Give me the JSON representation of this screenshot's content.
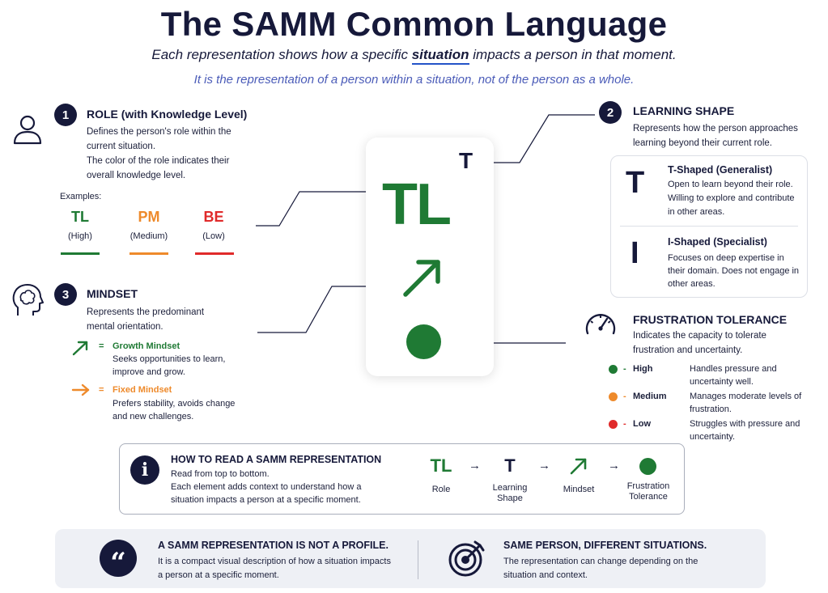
{
  "header": {
    "title": "The SAMM Common Language",
    "subtitle_before": "Each representation shows how a specific ",
    "subtitle_emph": "situation",
    "subtitle_after": " impacts a person in that moment.",
    "subtitle2": "It is the representation of a person within a situation, not of the person as a whole."
  },
  "role": {
    "number": "1",
    "title": "ROLE (with Knowledge Level)",
    "desc1": "Defines the person's role within the current situation.",
    "desc2": "The color of the role indicates their overall knowledge level.",
    "examples_label": "Examples:",
    "examples": [
      {
        "code": "TL",
        "level": "(High)",
        "color": "#1f7a34"
      },
      {
        "code": "PM",
        "level": "(Medium)",
        "color": "#ee8a2b"
      },
      {
        "code": "BE",
        "level": "(Low)",
        "color": "#e02a2a"
      }
    ]
  },
  "mindset": {
    "number": "3",
    "title": "MINDSET",
    "desc": "Represents the predominant mental orientation.",
    "growth": {
      "eq": "=",
      "name": "Growth Mindset",
      "desc": "Seeks opportunities to learn, improve and grow.",
      "color": "#1f7a34"
    },
    "fixed": {
      "eq": "=",
      "name": "Fixed Mindset",
      "desc": "Prefers stability, avoids change and new challenges.",
      "color": "#ee8a2b"
    }
  },
  "card": {
    "role": "TL",
    "shape": "T"
  },
  "learning": {
    "number": "2",
    "title": "LEARNING SHAPE",
    "desc": "Represents how the person approaches learning beyond their current role.",
    "t_glyph": "T",
    "t_title": "T-Shaped (Generalist)",
    "t_desc": "Open to learn beyond their role. Willing to explore and contribute in other areas.",
    "i_glyph": "I",
    "i_title": "I-Shaped (Specialist)",
    "i_desc": "Focuses on deep expertise in their domain. Does not engage in other areas."
  },
  "frustration": {
    "title": "FRUSTRATION TOLERANCE",
    "desc": "Indicates the capacity to tolerate frustration and uncertainty.",
    "levels": [
      {
        "dash": "-",
        "name": "High",
        "desc": "Handles pressure and uncertainty well.",
        "color": "#1f7a34"
      },
      {
        "dash": "-",
        "name": "Medium",
        "desc": "Manages moderate levels of frustration.",
        "color": "#ee8a2b"
      },
      {
        "dash": "-",
        "name": "Low",
        "desc": "Struggles with pressure and uncertainty.",
        "color": "#e02a2a"
      }
    ]
  },
  "howto": {
    "title": "HOW TO READ A SAMM REPRESENTATION",
    "line1": "Read from top to bottom.",
    "line2": "Each element adds context to understand how a situation impacts a person at a specific moment.",
    "seq": [
      {
        "glyph": "TL",
        "label": "Role"
      },
      {
        "glyph": "T",
        "label": "Learning Shape"
      },
      {
        "glyph": "",
        "label": "Mindset"
      },
      {
        "glyph": "",
        "label": "Frustration Tolerance"
      }
    ],
    "arrow": "→"
  },
  "footer": {
    "left_title": "A SAMM REPRESENTATION IS NOT A PROFILE.",
    "left_desc": "It is a compact visual description of how a situation impacts a person at a specific moment.",
    "right_title": "SAME PERSON, DIFFERENT SITUATIONS.",
    "right_desc": "The representation can change depending on the situation and context."
  },
  "colors": {
    "navy": "#16193a",
    "green": "#1f7a34",
    "orange": "#ee8a2b",
    "red": "#e02a2a",
    "accent": "#2453c8"
  }
}
